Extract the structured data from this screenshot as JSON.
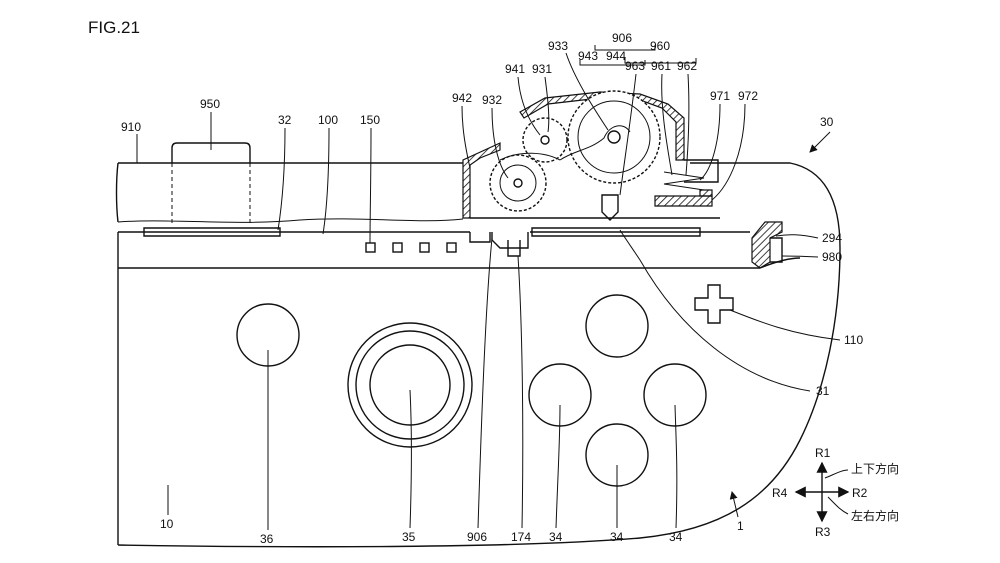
{
  "figure_title": "FIG.21",
  "labels": {
    "l910": "910",
    "l950": "950",
    "l32": "32",
    "l100": "100",
    "l150": "150",
    "l942": "942",
    "l932": "932",
    "l941": "941",
    "l931": "931",
    "l933": "933",
    "l906top": "906",
    "l943": "943",
    "l944": "944",
    "l960": "960",
    "l963": "963",
    "l961": "961",
    "l962": "962",
    "l971": "971",
    "l972": "972",
    "l30": "30",
    "l294": "294",
    "l980": "980",
    "l110": "110",
    "l31": "31",
    "l10": "10",
    "l36": "36",
    "l35": "35",
    "l906bot": "906",
    "l174": "174",
    "l34a": "34",
    "l34b": "34",
    "l34c": "34",
    "l1": "1"
  },
  "direction_legend": {
    "r1": "R1",
    "r2": "R2",
    "r3": "R3",
    "r4": "R4",
    "vertical_text": "上下方向",
    "horizontal_text": "左右方向"
  }
}
